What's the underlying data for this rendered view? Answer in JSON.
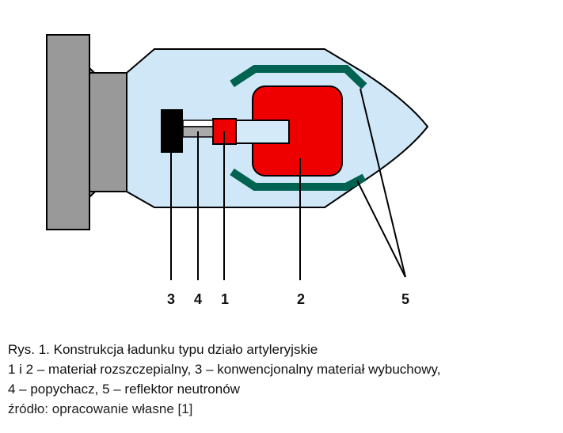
{
  "diagram": {
    "labels": {
      "charge_3": "3",
      "pusher_4": "4",
      "material_1": "1",
      "material_2": "2",
      "reflector_5": "5"
    },
    "colors": {
      "casing_fill": "#cfe7f7",
      "casing_stroke": "#000000",
      "tail_gray": "#999999",
      "fissile_red": "#ee0000",
      "reflector_green": "#006352",
      "explosive_black": "#000000",
      "pusher_gray": "#aaaaaa",
      "barrel_fill": "#d5eaf8"
    }
  },
  "caption": {
    "line1": "Rys. 1. Konstrukcja ładunku typu działo artyleryjskie",
    "line2": "1 i 2 – materiał rozszczepialny, 3 – konwencjonalny materiał wybuchowy,",
    "line3": "4 – popychacz, 5 – reflektor neutronów",
    "line4": "źródło: opracowanie własne [1]"
  }
}
